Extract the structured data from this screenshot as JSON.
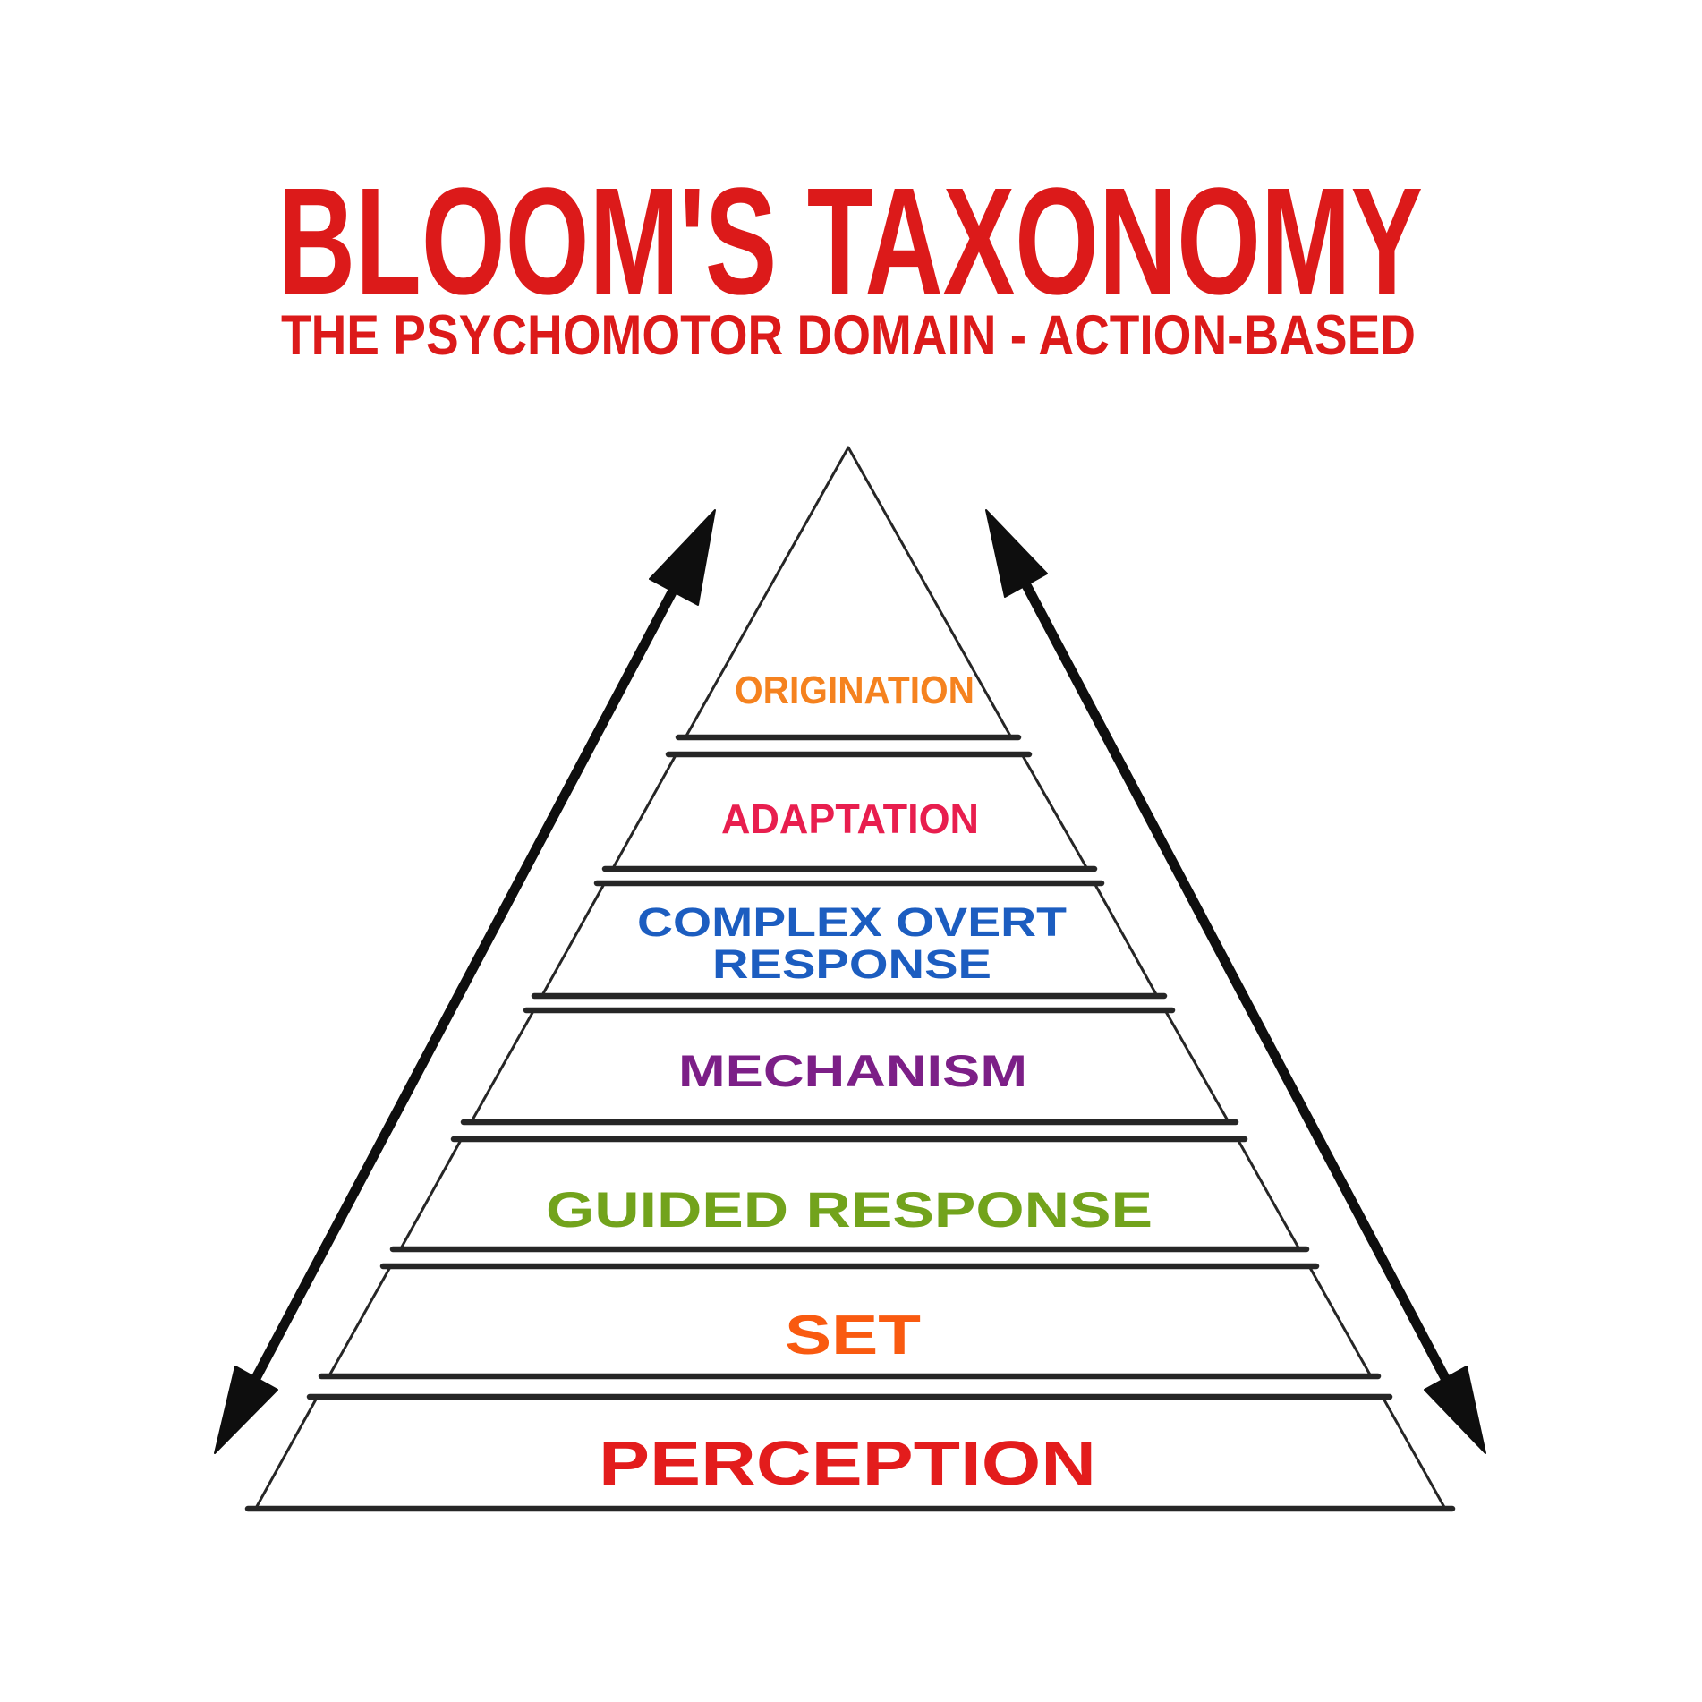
{
  "title": "BLOOM'S TAXONOMY",
  "subtitle": "THE PSYCHOMOTOR DOMAIN - ACTION-BASED",
  "title_color": "#dc1a1a",
  "subtitle_color": "#dc1a1a",
  "pyramid": {
    "outline_color": "#262626",
    "arrow_color": "#0e0e0e",
    "background_color": "#ffffff",
    "levels": [
      {
        "rank": 1,
        "label": "ORIGINATION",
        "lines": [
          "ORIGINATION"
        ],
        "color": "#f5821f"
      },
      {
        "rank": 2,
        "label": "ADAPTATION",
        "lines": [
          "ADAPTATION"
        ],
        "color": "#e81e4e"
      },
      {
        "rank": 3,
        "label": "COMPLEX OVERT RESPONSE",
        "lines": [
          "COMPLEX OVERT",
          "RESPONSE"
        ],
        "color": "#1c5dc0"
      },
      {
        "rank": 4,
        "label": "MECHANISM",
        "lines": [
          "MECHANISM"
        ],
        "color": "#7c1f87"
      },
      {
        "rank": 5,
        "label": "GUIDED RESPONSE",
        "lines": [
          "GUIDED RESPONSE"
        ],
        "color": "#72a31c"
      },
      {
        "rank": 6,
        "label": "SET",
        "lines": [
          "SET"
        ],
        "color": "#f95a10"
      },
      {
        "rank": 7,
        "label": "PERCEPTION",
        "lines": [
          "PERCEPTION"
        ],
        "color": "#e31c1c"
      }
    ]
  }
}
